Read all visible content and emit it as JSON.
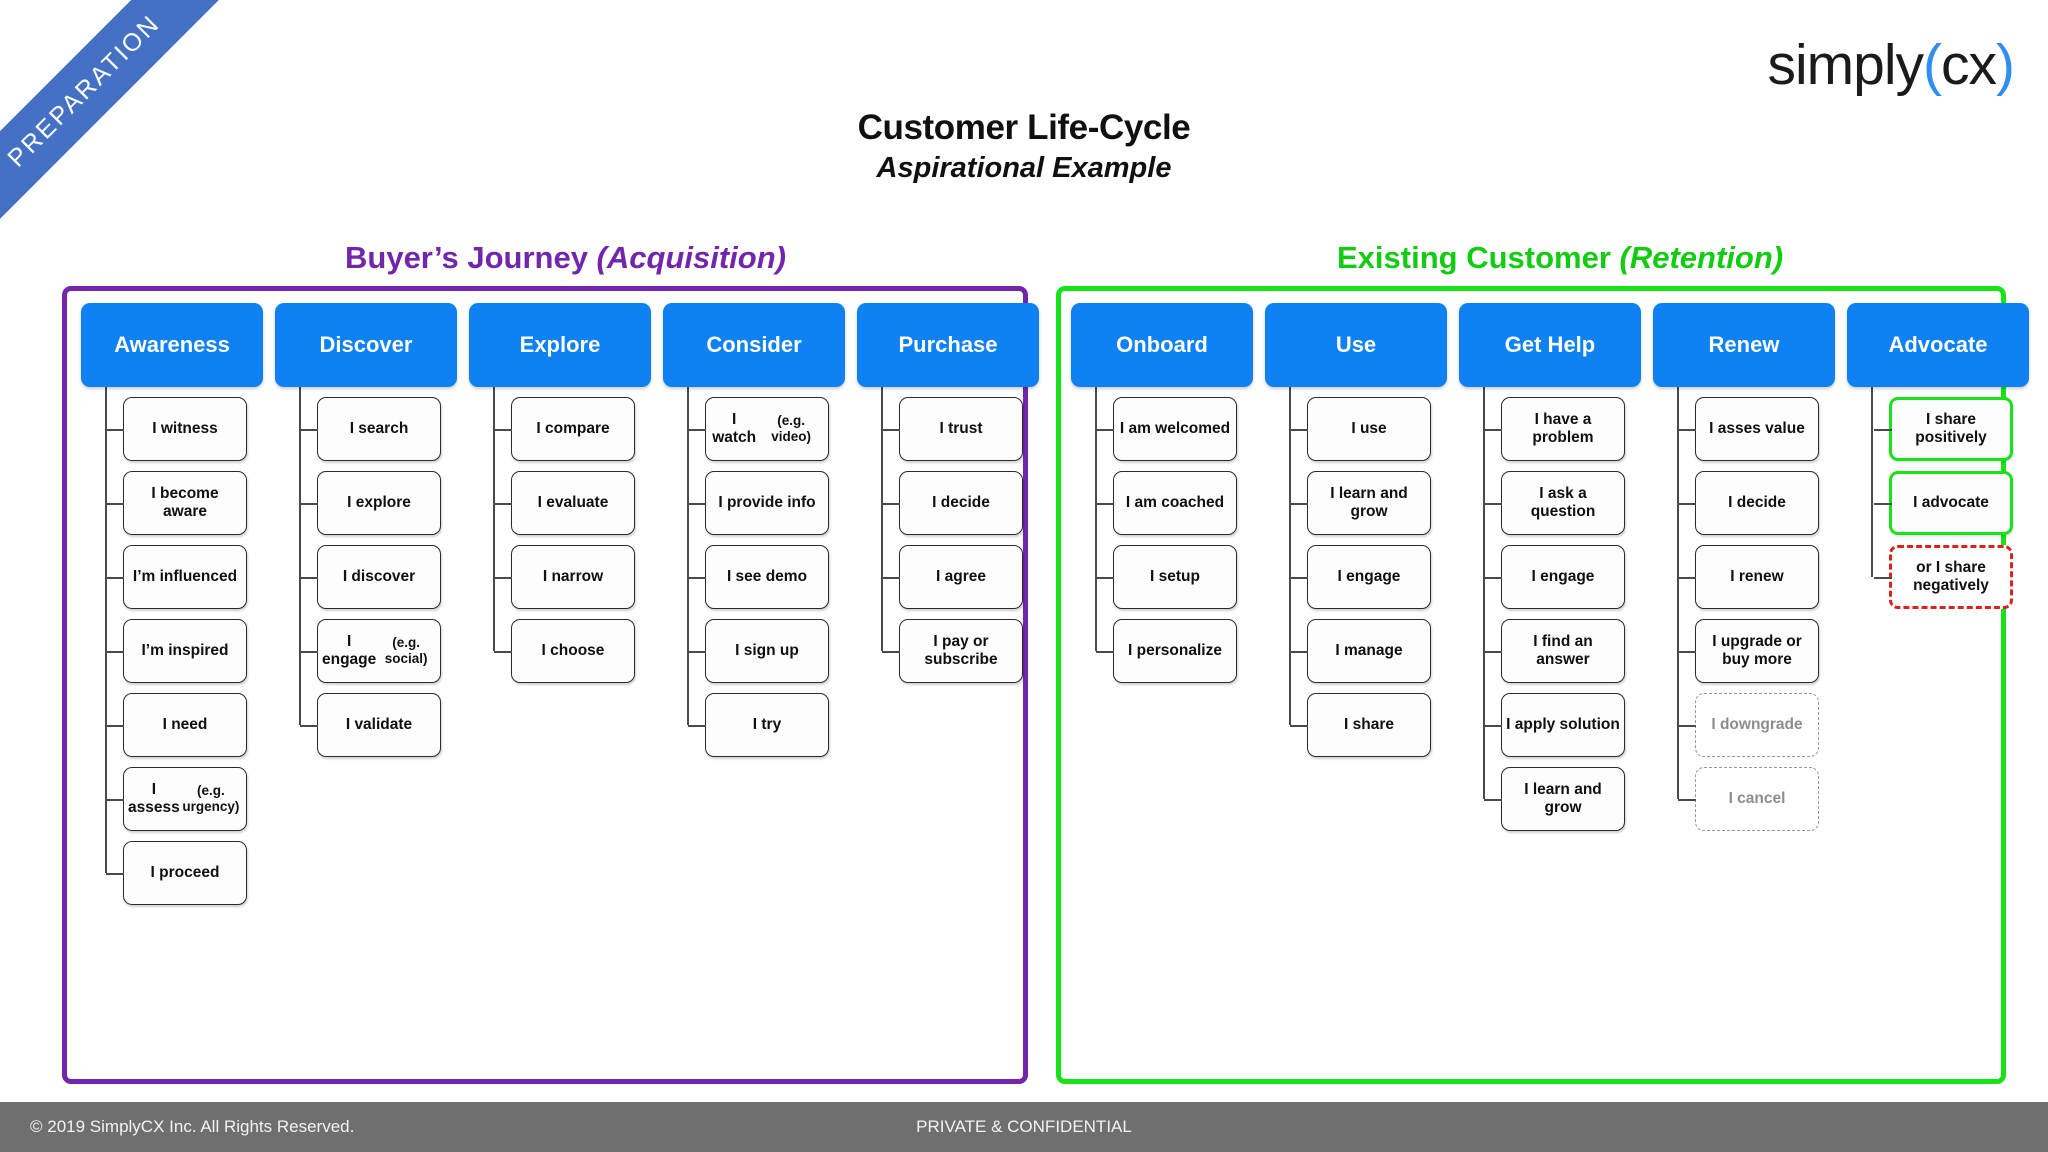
{
  "ribbon": {
    "label": "PREPARATION",
    "color": "#4471c4"
  },
  "logo": {
    "word": "simply",
    "open_paren": "(",
    "inner": "cx",
    "close_paren": ")",
    "accent": "#2f8ef4"
  },
  "title": {
    "main": "Customer Life-Cycle",
    "sub": "Aspirational Example"
  },
  "sections": [
    {
      "id": "acquisition",
      "label_main": "Buyer’s Journey ",
      "label_em": "(Acquisition)",
      "color": "#7126ab",
      "columns": [
        {
          "header": "Awareness",
          "nodes": [
            {
              "text": "I witness"
            },
            {
              "text": "I become aware"
            },
            {
              "text": "I’m influenced"
            },
            {
              "text": "I’m inspired"
            },
            {
              "text": "I need"
            },
            {
              "text": "I assess",
              "sub": "(e.g. urgency)"
            },
            {
              "text": "I proceed"
            }
          ]
        },
        {
          "header": "Discover",
          "nodes": [
            {
              "text": "I search"
            },
            {
              "text": "I explore"
            },
            {
              "text": "I discover"
            },
            {
              "text": "I engage",
              "sub": "(e.g. social)"
            },
            {
              "text": "I validate"
            }
          ]
        },
        {
          "header": "Explore",
          "nodes": [
            {
              "text": "I compare"
            },
            {
              "text": "I evaluate"
            },
            {
              "text": "I narrow"
            },
            {
              "text": "I choose"
            }
          ]
        },
        {
          "header": "Consider",
          "nodes": [
            {
              "text": "I watch",
              "sub": "(e.g. video)"
            },
            {
              "text": "I provide info"
            },
            {
              "text": "I see demo"
            },
            {
              "text": "I sign up"
            },
            {
              "text": "I try"
            }
          ]
        },
        {
          "header": "Purchase",
          "nodes": [
            {
              "text": "I trust"
            },
            {
              "text": "I decide"
            },
            {
              "text": "I agree"
            },
            {
              "text": "I pay or subscribe"
            }
          ]
        }
      ]
    },
    {
      "id": "retention",
      "label_main": "Existing Customer ",
      "label_em": "(Retention)",
      "color": "#12cc12",
      "columns": [
        {
          "header": "Onboard",
          "nodes": [
            {
              "text": "I am welcomed"
            },
            {
              "text": "I am coached"
            },
            {
              "text": "I setup"
            },
            {
              "text": "I personalize"
            }
          ]
        },
        {
          "header": "Use",
          "nodes": [
            {
              "text": "I use"
            },
            {
              "text": "I learn and grow"
            },
            {
              "text": "I engage"
            },
            {
              "text": "I manage"
            },
            {
              "text": "I share"
            }
          ]
        },
        {
          "header": "Get Help",
          "nodes": [
            {
              "text": "I have a problem"
            },
            {
              "text": "I ask a question"
            },
            {
              "text": "I engage"
            },
            {
              "text": "I find an answer"
            },
            {
              "text": "I apply solution"
            },
            {
              "text": "I learn and grow"
            }
          ]
        },
        {
          "header": "Renew",
          "nodes": [
            {
              "text": "I asses value"
            },
            {
              "text": "I decide"
            },
            {
              "text": "I renew"
            },
            {
              "text": "I upgrade or buy more"
            },
            {
              "text": "I downgrade",
              "style": "faint"
            },
            {
              "text": "I cancel",
              "style": "faint"
            }
          ]
        },
        {
          "header": "Advocate",
          "nodes": [
            {
              "text": "I share positively",
              "style": "green"
            },
            {
              "text": "I advocate",
              "style": "green"
            },
            {
              "text": "or I share negatively",
              "style": "red-dashed"
            }
          ]
        }
      ]
    }
  ],
  "footer": {
    "left": "© 2019 SimplyCX Inc. All Rights Reserved.",
    "center": "PRIVATE & CONFIDENTIAL"
  }
}
